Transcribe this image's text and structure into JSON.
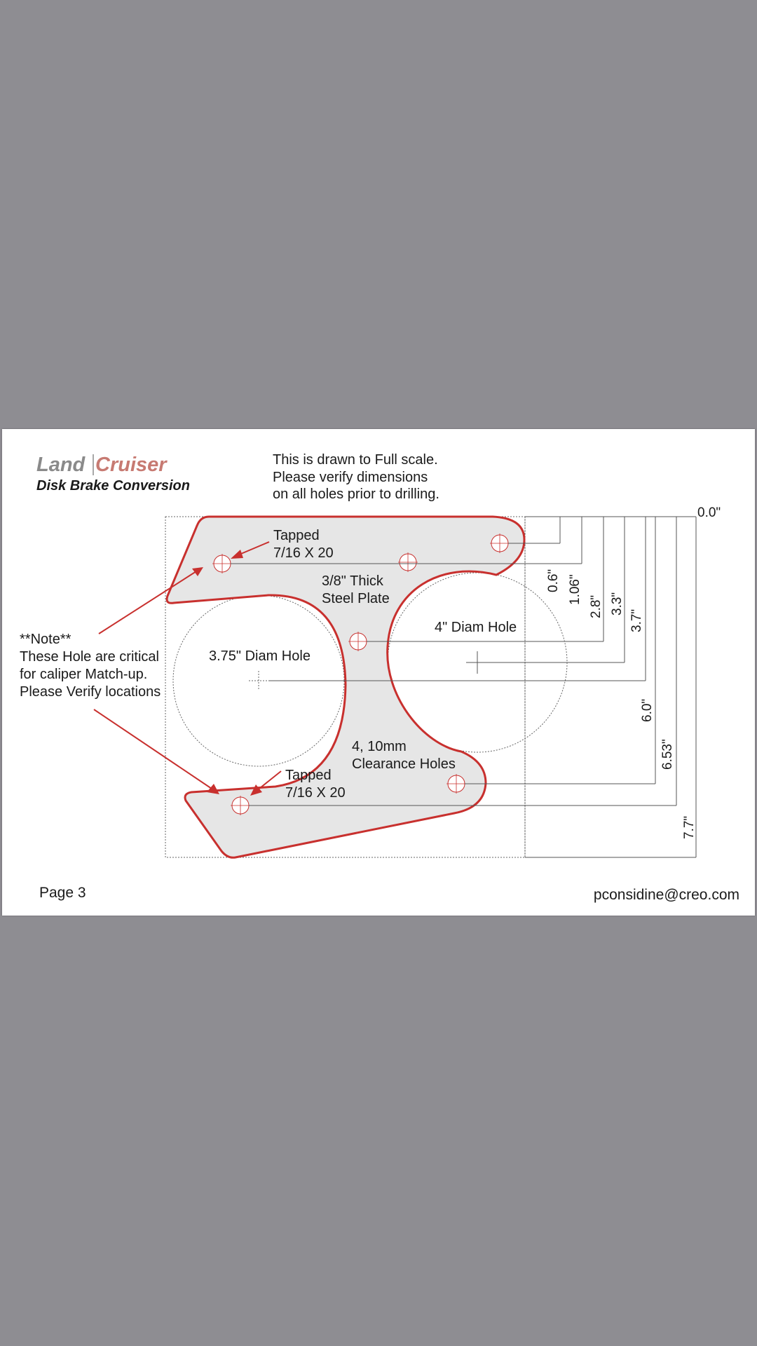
{
  "brand": {
    "land": "Land",
    "cruiser": "Cruiser",
    "subtitle": "Disk Brake Conversion"
  },
  "scale_note": [
    "This is drawn to Full scale.",
    "Please verify dimensions",
    "on all holes prior to drilling."
  ],
  "labels": {
    "tapped_top": [
      "Tapped",
      "7/16 X 20"
    ],
    "steel_plate": [
      "3/8\" Thick",
      "Steel Plate"
    ],
    "diam_4": "4\" Diam Hole",
    "diam_375": "3.75\" Diam Hole",
    "clearance": [
      "4, 10mm",
      "Clearance Holes"
    ],
    "tapped_bottom": [
      "Tapped",
      "7/16 X 20"
    ]
  },
  "note": [
    "**Note**",
    "These Hole are critical",
    "for caliper Match-up.",
    "Please Verify locations"
  ],
  "dimensions": [
    "0.0\"",
    "0.6\"",
    "1.06\"",
    "2.8\"",
    "3.3\"",
    "3.7\"",
    "6.0\"",
    "6.53\"",
    "7.7\""
  ],
  "footer": {
    "page": "Page 3",
    "email": "pconsidine@creo.com"
  },
  "colors": {
    "outline": "#c8302e",
    "plate_fill": "#e6e6e6",
    "background": "#8e8d92"
  }
}
